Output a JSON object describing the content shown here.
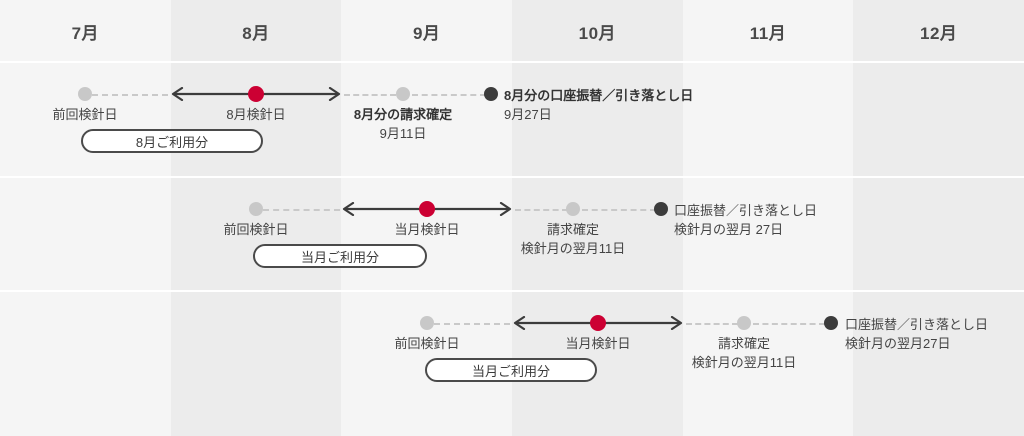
{
  "header": {
    "months": [
      "7月",
      "8月",
      "9月",
      "10月",
      "11月",
      "12月"
    ]
  },
  "colors": {
    "accent_red": "#CC0033",
    "dark_dot": "#3C3C3C",
    "gray_dot": "#C8C8C8",
    "column_light": "#F5F5F5",
    "column_dark": "#ECECEC",
    "text": "#444444"
  },
  "rows": [
    {
      "id": "row-august-example",
      "prev_reading_label": "前回検針日",
      "current_reading_label": "8月検針日",
      "billing_fixed_label": "8月分の請求確定",
      "billing_fixed_date": "9月11日",
      "debit_label": "8月分の口座振替／引き落とし日",
      "debit_date": "9月27日",
      "usage_pill": "8月ご利用分"
    },
    {
      "id": "row-generic-current",
      "prev_reading_label": "前回検針日",
      "current_reading_label": "当月検針日",
      "billing_fixed_label": "請求確定",
      "billing_fixed_date": "検針月の翌月11日",
      "debit_label": "口座振替／引き落とし日",
      "debit_date": "検針月の翌月 27日",
      "usage_pill": "当月ご利用分"
    },
    {
      "id": "row-generic-next",
      "prev_reading_label": "前回検針日",
      "current_reading_label": "当月検針日",
      "billing_fixed_label": "請求確定",
      "billing_fixed_date": "検針月の翌月11日",
      "debit_label": "口座振替／引き落とし日",
      "debit_date": "検針月の翌月27日",
      "usage_pill": "当月ご利用分"
    }
  ]
}
